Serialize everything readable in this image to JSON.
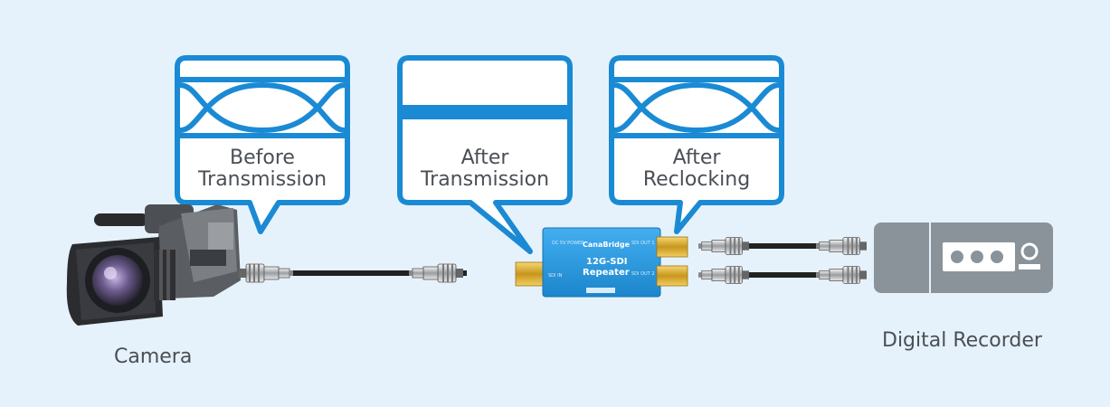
{
  "bubbles": [
    {
      "line1": "Before",
      "line2": "Transmission",
      "waveform": "clean-eye"
    },
    {
      "line1": "After",
      "line2": "Transmission",
      "waveform": "closed-eye"
    },
    {
      "line1": "After",
      "line2": "Reclocking",
      "waveform": "clean-eye"
    }
  ],
  "device": {
    "brand": "CanaBridge",
    "model_line1": "12G-SDI",
    "model_line2": "Repeater",
    "port_in": "SDI IN",
    "port_out1": "SDI OUT 1",
    "port_out2": "SDI OUT 2",
    "power": "DC 5V POWER"
  },
  "labels": {
    "camera": "Camera",
    "recorder": "Digital Recorder"
  },
  "colors": {
    "background": "#e6f2fb",
    "bubble_border": "#1a8ad4",
    "wave": "#1a8ad4",
    "device_body": "#2e9be0",
    "cable": "#222222",
    "connector_gold": "#e0b43a",
    "recorder_body": "#8a9399",
    "text": "#4a4f55"
  },
  "icons": [
    "camera-icon",
    "bnc-connector-icon",
    "recorder-icon"
  ]
}
